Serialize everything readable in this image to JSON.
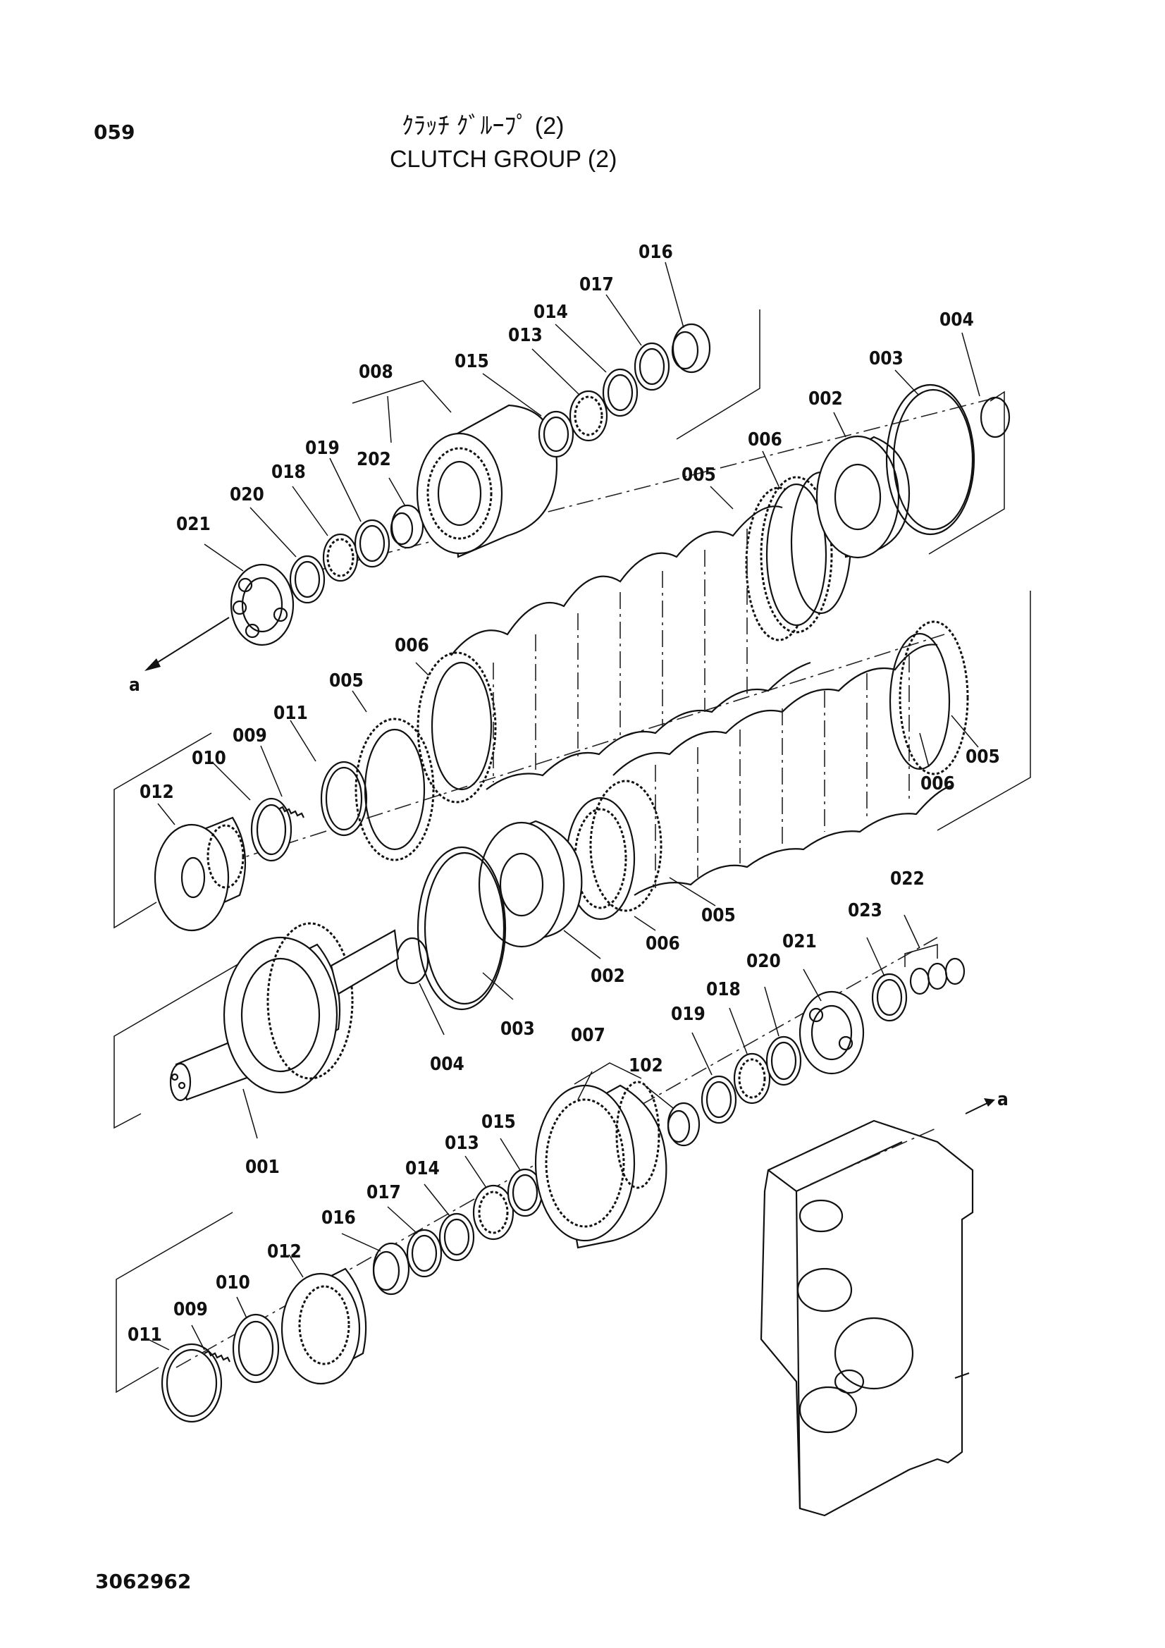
{
  "header": {
    "page_number": "059",
    "title_jp": "ｸﾗｯﾁ ｸﾞﾙｰﾌﾟ (2)",
    "title_en": "CLUTCH GROUP (2)"
  },
  "footer": {
    "drawing_number": "3062962"
  },
  "callouts": {
    "upper_016": "016",
    "upper_017": "017",
    "upper_014": "014",
    "upper_013": "013",
    "upper_015": "015",
    "upper_008": "008",
    "upper_202": "202",
    "upper_019": "019",
    "upper_018": "018",
    "upper_020": "020",
    "upper_021": "021",
    "upper_004": "004",
    "upper_003": "003",
    "upper_002": "002",
    "upper_006": "006",
    "upper_005": "005",
    "arrow_a_left": "a",
    "mid_006": "006",
    "mid_005": "005",
    "mid_011": "011",
    "mid_009": "009",
    "mid_010": "010",
    "mid_012": "012",
    "right_006": "006",
    "right_005": "005",
    "center_005": "005",
    "center_006": "006",
    "center_002": "002",
    "center_003": "003",
    "center_004": "004",
    "shaft_001": "001",
    "lower_022": "022",
    "lower_023": "023",
    "lower_021": "021",
    "lower_020": "020",
    "lower_018": "018",
    "lower_019": "019",
    "lower_007": "007",
    "lower_102": "102",
    "lower_015": "015",
    "lower_013": "013",
    "lower_014": "014",
    "lower_017": "017",
    "lower_016": "016",
    "lower_012": "012",
    "lower_010": "010",
    "lower_009": "009",
    "lower_011": "011",
    "arrow_a_right": "a"
  }
}
